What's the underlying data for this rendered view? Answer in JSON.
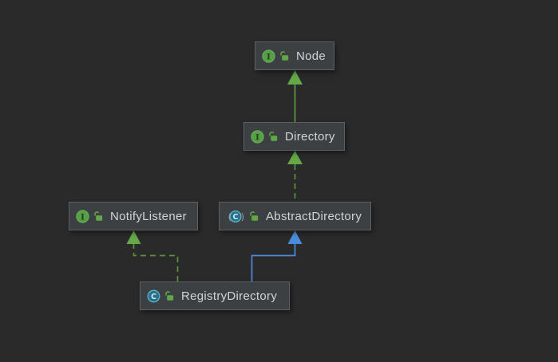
{
  "diagram": {
    "kind": "uml-class-hierarchy",
    "nodes": [
      {
        "label": "Node",
        "type": "interface",
        "icons": [
          "interface-icon",
          "unlocked-padlock-icon"
        ]
      },
      {
        "label": "Directory",
        "type": "interface",
        "icons": [
          "interface-icon",
          "unlocked-padlock-icon"
        ]
      },
      {
        "label": "NotifyListener",
        "type": "interface",
        "icons": [
          "interface-icon",
          "unlocked-padlock-icon"
        ]
      },
      {
        "label": "AbstractDirectory",
        "type": "abstract-class",
        "icons": [
          "abstract-class-icon",
          "unlocked-padlock-icon"
        ]
      },
      {
        "label": "RegistryDirectory",
        "type": "class",
        "icons": [
          "class-icon",
          "unlocked-padlock-icon"
        ]
      }
    ],
    "edges": [
      {
        "from": "Directory",
        "to": "Node",
        "relation": "extends",
        "line": "solid",
        "color": "#5d9b45"
      },
      {
        "from": "AbstractDirectory",
        "to": "Directory",
        "relation": "implements",
        "line": "dashed",
        "color": "#5d9b45"
      },
      {
        "from": "RegistryDirectory",
        "to": "NotifyListener",
        "relation": "implements",
        "line": "dashed",
        "color": "#5d9b45"
      },
      {
        "from": "RegistryDirectory",
        "to": "AbstractDirectory",
        "relation": "extends",
        "line": "solid",
        "color": "#4a8cdb"
      }
    ],
    "colors": {
      "background": "#2a2a2a",
      "node_fill": "#3d4042",
      "node_border": "#5e6061",
      "label_text": "#d2d4d5",
      "green_edge": "#5d9b45",
      "green_arrow": "#64a848",
      "blue_edge": "#4a8cdb",
      "interface_icon_green": "#55a045",
      "class_icon_teal": "#2a6e8a",
      "lock_green": "#62a746"
    }
  }
}
